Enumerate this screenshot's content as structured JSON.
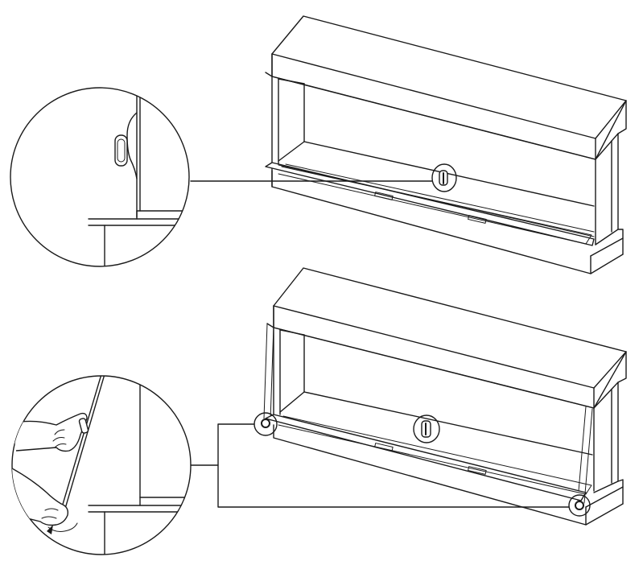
{
  "figure": {
    "panels": [
      {
        "id": "step-1",
        "detail": "handle-detail"
      },
      {
        "id": "step-2",
        "detail": "glass-removal-detail"
      }
    ],
    "colors": {
      "line": "#1a1a1a",
      "background": "#ffffff"
    }
  }
}
